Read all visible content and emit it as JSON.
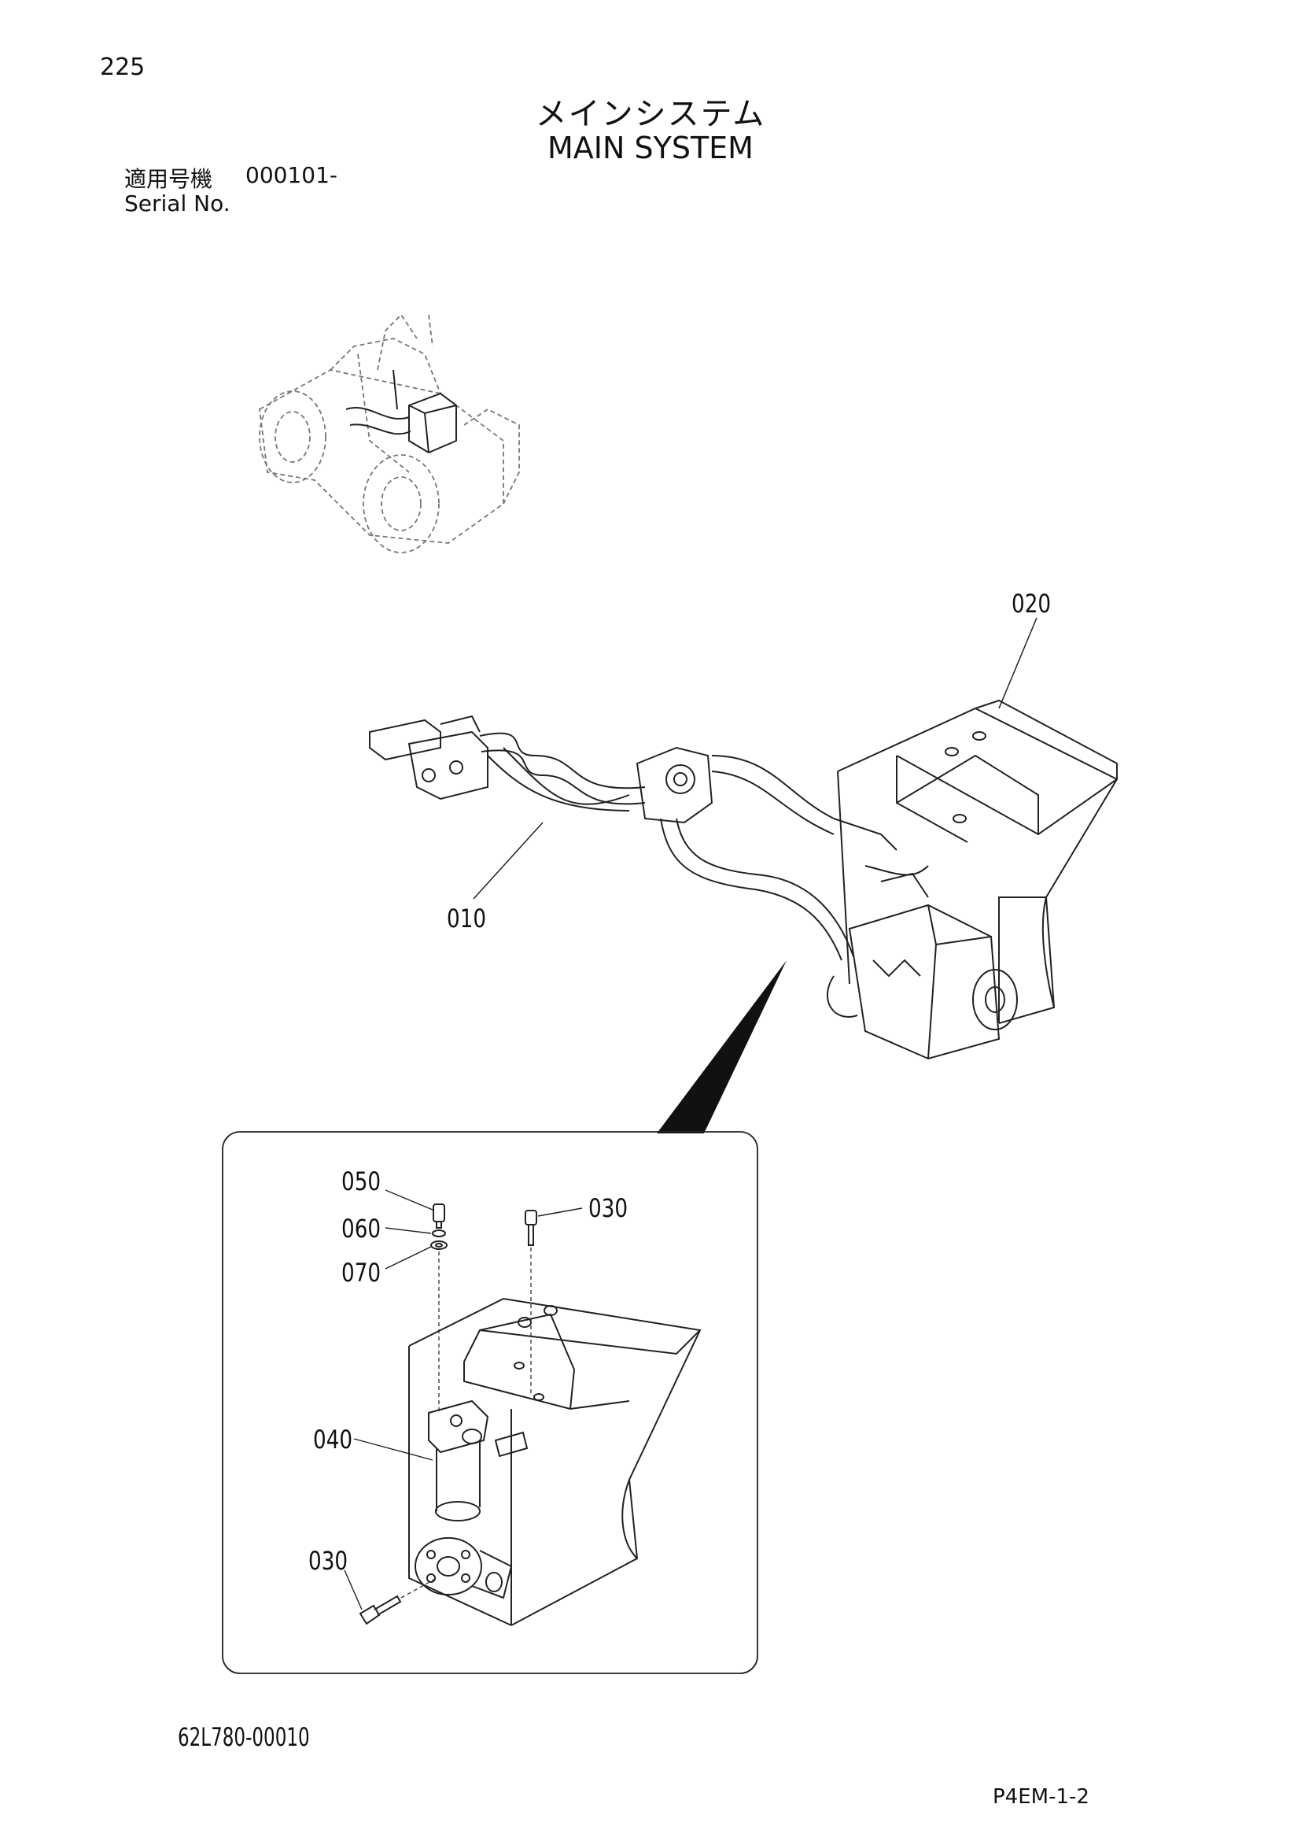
{
  "page": {
    "number": "225",
    "title_ja": "メインシステム",
    "title_en": "MAIN SYSTEM",
    "serial_label_ja": "適用号機",
    "serial_value": "000101-",
    "serial_label_en": "Serial No.",
    "drawing_number": "62L780-00010",
    "sheet_code": "P4EM-1-2"
  },
  "callouts": {
    "c010": "010",
    "c020": "020",
    "c030a": "030",
    "c030b": "030",
    "c040": "040",
    "c050": "050",
    "c060": "060",
    "c070": "070"
  },
  "colors": {
    "line": "#222222",
    "dashed": "#777777"
  }
}
